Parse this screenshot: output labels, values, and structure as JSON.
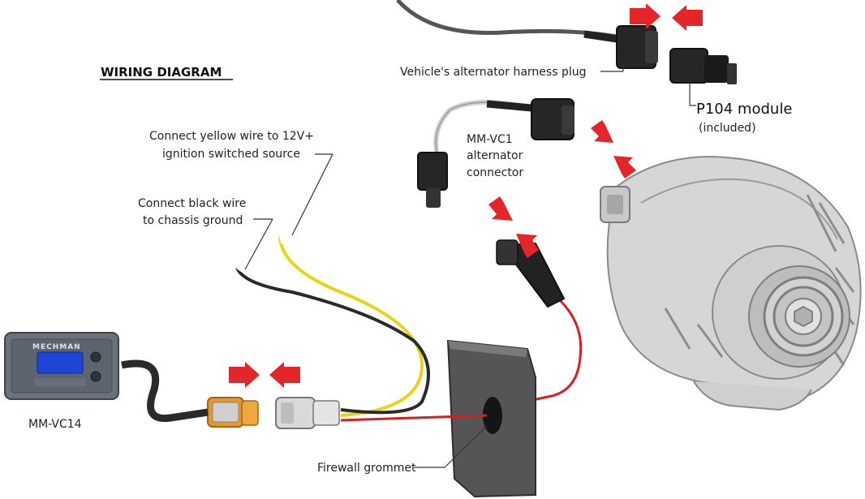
{
  "diagram": {
    "title": "WIRING DIAGRAM",
    "labels": {
      "yellow_line1": "Connect yellow wire to 12V+",
      "yellow_line2": "ignition switched source",
      "black_line1": "Connect black wire",
      "black_line2": "to chassis ground",
      "harness_plug": "Vehicle's alternator harness plug",
      "p104_line1": "P104 module",
      "p104_line2": "(included)",
      "mmvc1_line1": "MM-VC1",
      "mmvc1_line2": "alternator",
      "mmvc1_line3": "connector",
      "device_name": "MM-VC14",
      "firewall": "Firewall grommet",
      "device_brand": "MECHMAN"
    },
    "colors": {
      "arrow": "#e4262b",
      "yellow_wire": "#e8d51a",
      "black_wire": "#2a2a2a",
      "red_wire": "#d81e1e",
      "device_screen": "#1f47d6"
    }
  }
}
